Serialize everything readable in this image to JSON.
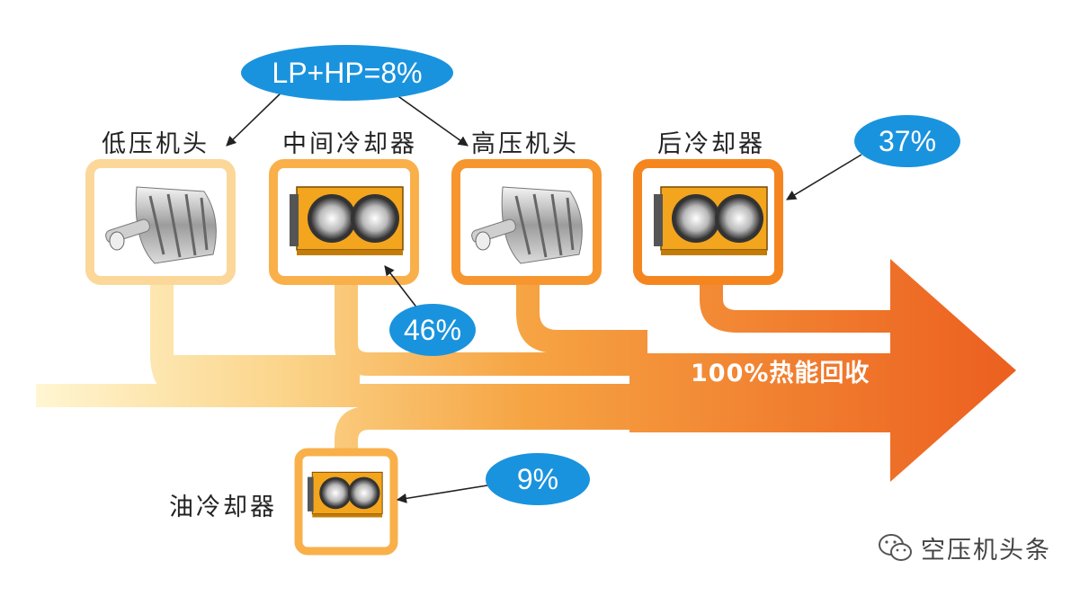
{
  "summary_bubble": "LP+HP=8%",
  "components": {
    "low_pressure_airend": "低压机头",
    "intercooler": "中间冷却器",
    "high_pressure_airend": "高压机头",
    "aftercooler": "后冷却器",
    "oil_cooler": "油冷却器"
  },
  "percentages": {
    "intercooler": "46%",
    "aftercooler": "37%",
    "oil_cooler": "9%"
  },
  "flow_label": "100%热能回收",
  "watermark": "空压机头条",
  "colors": {
    "bubble": "#1a93de",
    "flow_start": "#fff4cc",
    "flow_end": "#ee6a22",
    "frame_light": "#fcd79a",
    "frame_dark": "#f5891f",
    "cooler_body": "#f3a51d"
  },
  "icons": [
    "screw-rotor-airend-icon",
    "fan-cooler-icon",
    "wechat-icon"
  ]
}
